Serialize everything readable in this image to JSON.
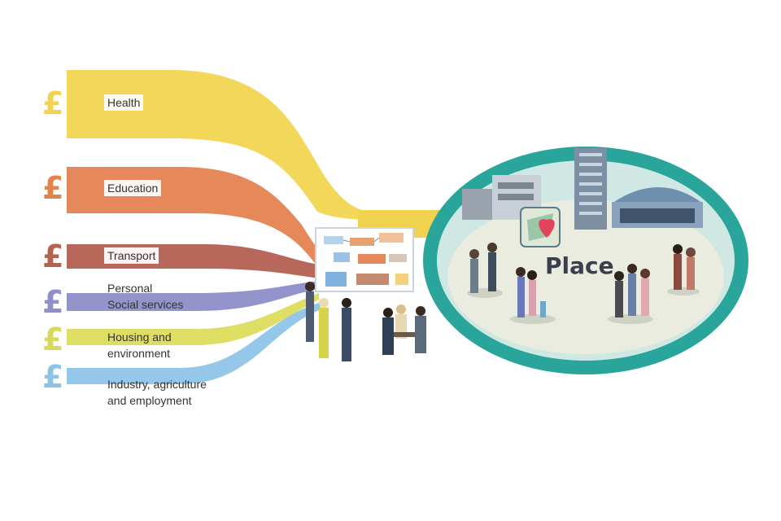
{
  "colors": {
    "health": "#f2d34f",
    "education": "#e2834b",
    "transport": "#b5624f",
    "personal": "#8f8fc9",
    "housing": "#d9d85a",
    "industry": "#8ec3e8",
    "ellipse": "#2aa59b",
    "heart": "#e0445a"
  },
  "streams": [
    {
      "id": "health",
      "symbol": "£",
      "label": "Health"
    },
    {
      "id": "education",
      "symbol": "£",
      "label": "Education"
    },
    {
      "id": "transport",
      "symbol": "£",
      "label": "Transport"
    },
    {
      "id": "personal",
      "symbol": "£",
      "label_line1": "Personal",
      "label_line2": "Social services"
    },
    {
      "id": "housing",
      "symbol": "£",
      "label_line1": "Housing and",
      "label_line2": "environment"
    },
    {
      "id": "industry",
      "symbol": "£",
      "label_line1": "Industry, agriculture",
      "label_line2": "and employment"
    }
  ],
  "place": {
    "label": "Place",
    "icon": "heart-map-icon"
  }
}
